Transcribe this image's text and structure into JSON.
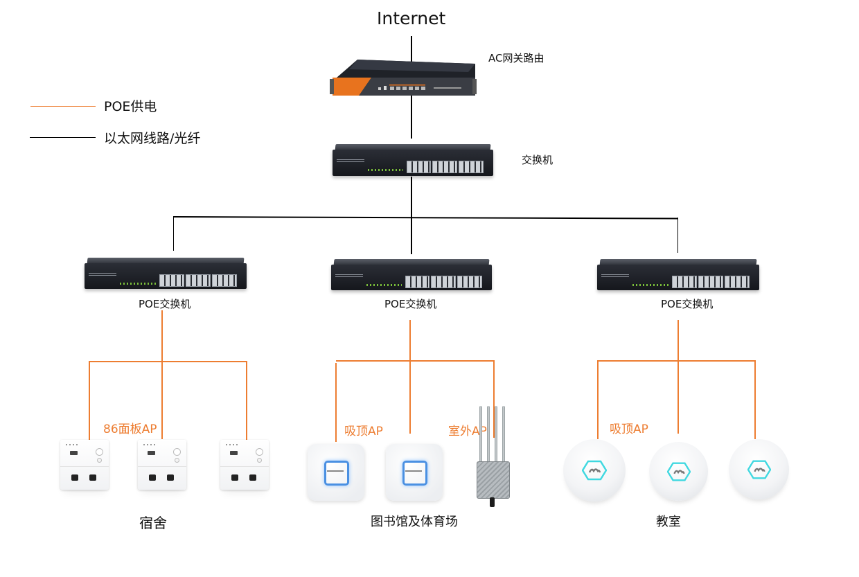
{
  "title": "Internet",
  "legend": {
    "items": [
      {
        "label": "POE供电",
        "color": "#ed7d31"
      },
      {
        "label": "以太网线路/光纤",
        "color": "#000000"
      }
    ]
  },
  "colors": {
    "poe_line": "#ed7d31",
    "ethernet_line": "#000000",
    "ap_label": "#ed7d31",
    "square_ap_ring": "#4a90e2",
    "dome_ap_hex": "#40d8e0"
  },
  "nodes": {
    "router": {
      "label": "AC网关路由",
      "icon": "rack-router-icon"
    },
    "core_switch": {
      "label": "交换机",
      "icon": "network-switch-icon"
    },
    "poe_switches": [
      {
        "label": "POE交换机",
        "icon": "poe-switch-icon"
      },
      {
        "label": "POE交换机",
        "icon": "poe-switch-icon"
      },
      {
        "label": "POE交换机",
        "icon": "poe-switch-icon"
      }
    ]
  },
  "areas": [
    {
      "name": "宿舍",
      "ap_labels": [
        "86面板AP"
      ],
      "ap_type": "panel-ap-icon",
      "ap_count": 3
    },
    {
      "name": "图书馆及体育场",
      "ap_labels": [
        "吸顶AP",
        "室外AP"
      ],
      "ap_types": [
        "ceiling-square-ap-icon",
        "ceiling-square-ap-icon",
        "outdoor-ap-icon"
      ],
      "ap_count": 3
    },
    {
      "name": "教室",
      "ap_labels": [
        "吸顶AP"
      ],
      "ap_type": "ceiling-dome-ap-icon",
      "ap_count": 3
    }
  ]
}
